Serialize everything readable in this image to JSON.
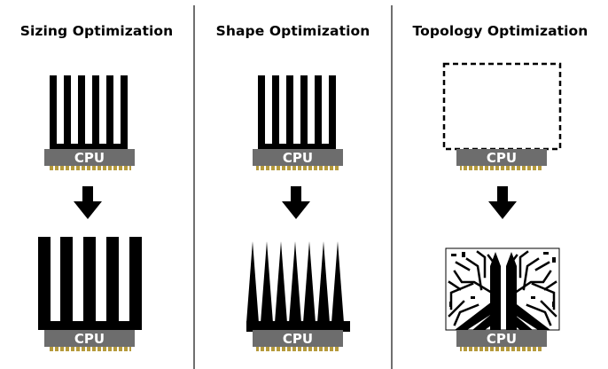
{
  "panels": [
    {
      "title": "Sizing Optimization"
    },
    {
      "title": "Shape Optimization"
    },
    {
      "title": "Topology Optimization"
    }
  ],
  "chip_label": "CPU",
  "colors": {
    "heatsink": "#000000",
    "chip_body": "#6d6d6d",
    "chip_pins": "#b59a3c",
    "divider": "#6f6f6f",
    "arrow": "#000000"
  }
}
